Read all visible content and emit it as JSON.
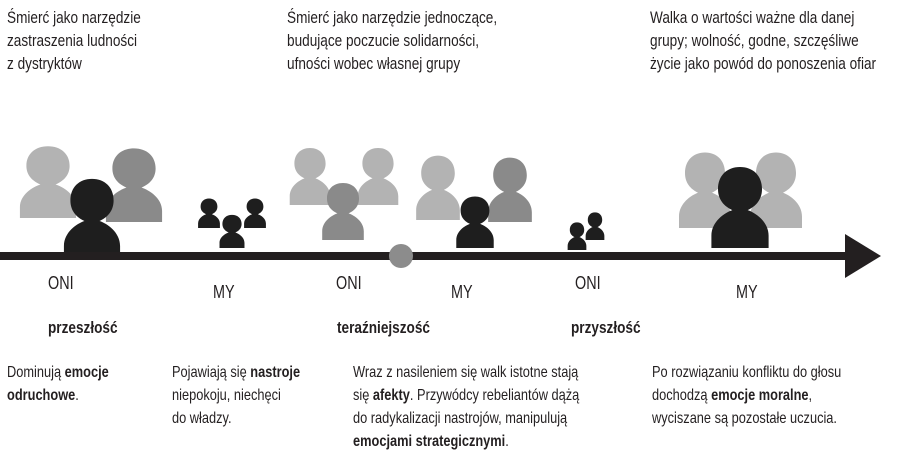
{
  "top_notes": [
    {
      "lines": [
        "Śmierć jako narzędzie",
        "zastraszenia ludności",
        "z dystryktów"
      ]
    },
    {
      "lines": [
        "Śmierć jako narzędzie jednoczące,",
        "budujące poczucie solidarności,",
        "ufności wobec własnej grupy"
      ]
    },
    {
      "lines": [
        "Walka o wartości ważne dla danej",
        "grupy; wolność, godne, szczęśliwe",
        "życie jako powód do ponoszenia ofiar"
      ]
    }
  ],
  "group_labels": [
    "ONI",
    "MY",
    "ONI",
    "MY",
    "ONI",
    "MY"
  ],
  "periods": [
    "przeszłość",
    "teraźniejszość",
    "przyszłość"
  ],
  "descriptions": [
    {
      "lines": [
        [
          {
            "t": "Dominują "
          },
          {
            "t": "emocje",
            "b": true
          }
        ],
        [
          {
            "t": "odruchowe",
            "b": true
          },
          {
            "t": "."
          }
        ]
      ]
    },
    {
      "lines": [
        [
          {
            "t": "Pojawiają się "
          },
          {
            "t": "nastroje",
            "b": true
          }
        ],
        [
          {
            "t": "niepokoju, niechęci"
          }
        ],
        [
          {
            "t": "do władzy."
          }
        ]
      ]
    },
    {
      "lines": [
        [
          {
            "t": "Wraz z nasileniem się walk istotne stają"
          }
        ],
        [
          {
            "t": "się "
          },
          {
            "t": "afekty",
            "b": true
          },
          {
            "t": ". Przywódcy rebeliantów dążą"
          }
        ],
        [
          {
            "t": "do radykalizacji nastrojów, manipulują"
          }
        ],
        [
          {
            "t": "emocjami strategicznymi",
            "b": true
          },
          {
            "t": "."
          }
        ]
      ]
    },
    {
      "lines": [
        [
          {
            "t": "Po rozwiązaniu konfliktu do głosu"
          }
        ],
        [
          {
            "t": "dochodzą "
          },
          {
            "t": "emocje moralne",
            "b": true
          },
          {
            "t": ","
          }
        ],
        [
          {
            "t": "wyciszane są pozostałe uczucia."
          }
        ]
      ]
    }
  ],
  "colors": {
    "timeline": "#231f20",
    "marker": "#8c8c8c",
    "figure_light": "#b3b3b3",
    "figure_mid": "#8a8a8a",
    "figure_dark": "#1e1e1e"
  }
}
